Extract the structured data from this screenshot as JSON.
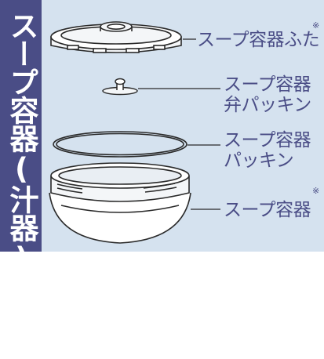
{
  "sidebar": {
    "title": "スープ容器(汁器)セット"
  },
  "parts": [
    {
      "label_lines": [
        "スープ容器ふた"
      ],
      "mark": "※"
    },
    {
      "label_lines": [
        "スープ容器",
        "弁パッキン"
      ]
    },
    {
      "label_lines": [
        "スープ容器",
        "パッキン"
      ]
    },
    {
      "label_lines": [
        "スープ容器"
      ],
      "mark": "※"
    }
  ],
  "colors": {
    "sidebar": "#4a4d86",
    "panel": "#d5e2ef",
    "text": "#4a4d86"
  }
}
